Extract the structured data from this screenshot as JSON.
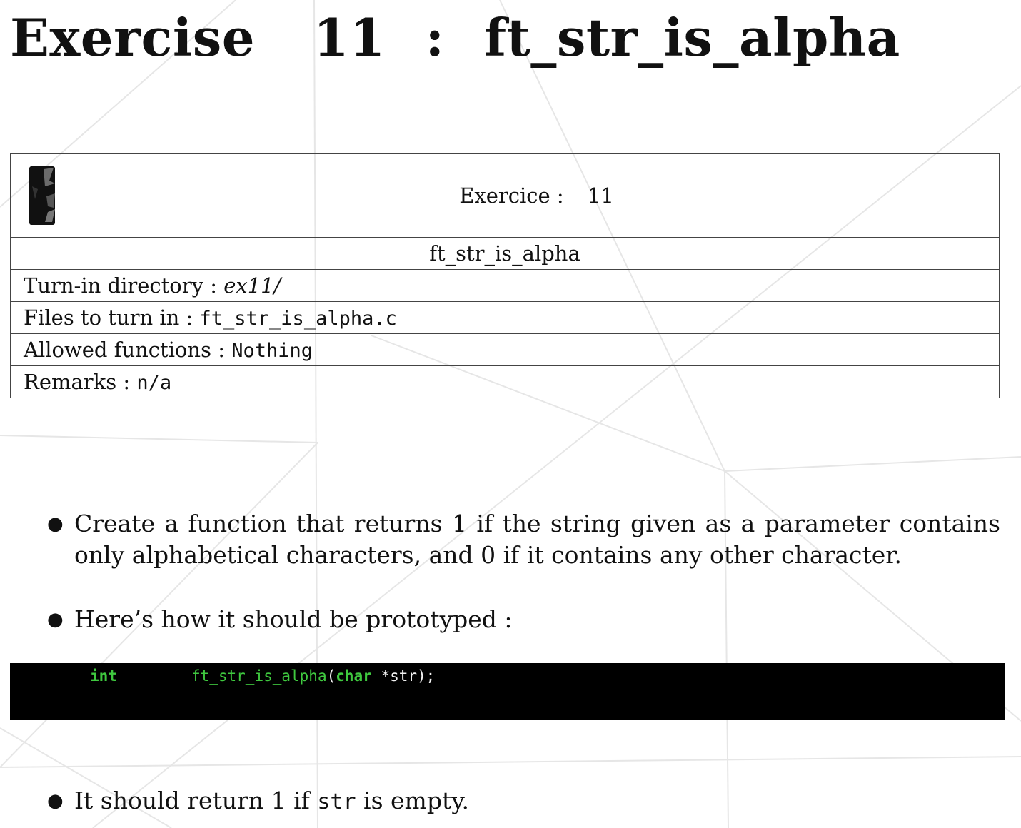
{
  "title": {
    "exercise_word": "Exercise",
    "number": "11",
    "separator": ":",
    "name": "ft_str_is_alpha"
  },
  "info_table": {
    "header_label": "Exercice :",
    "header_number": "11",
    "function_name": "ft_str_is_alpha",
    "turn_in_dir_label": "Turn-in directory :",
    "turn_in_dir_value": "ex11/",
    "files_label": "Files to turn in :",
    "files_value": "ft_str_is_alpha.c",
    "allowed_label": "Allowed functions :",
    "allowed_value": "Nothing",
    "remarks_label": "Remarks :",
    "remarks_value": "n/a"
  },
  "bullets": {
    "b1": "Create a function that returns 1 if the string given as a parameter contains only alphabetical characters, and 0 if it contains any other character.",
    "b2": "Here’s how it should be prototyped :",
    "b3_pre": "It should return 1 if",
    "b3_code": "str",
    "b3_post": "is empty."
  },
  "code": {
    "return_type": "int",
    "func": "ft_str_is_alpha",
    "open": "(",
    "param_type": "char",
    "param": " *str);"
  },
  "colors": {
    "code_bg": "#000000",
    "code_keyword": "#3fc83f"
  },
  "icons": {
    "logo": "42-logo-icon"
  }
}
